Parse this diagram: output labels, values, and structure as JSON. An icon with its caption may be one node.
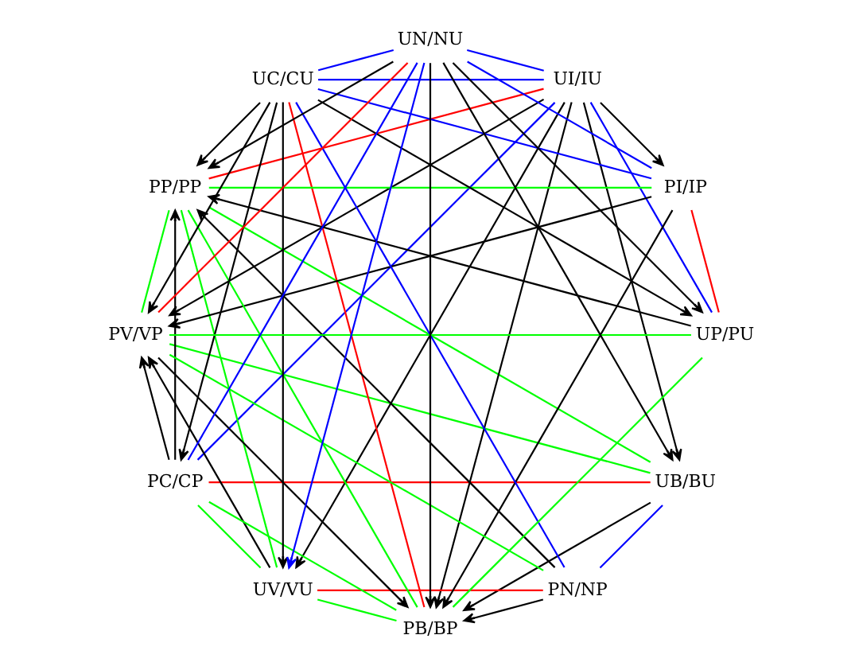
{
  "diagram": {
    "nodes": [
      {
        "text": [
          "UB/BU"
        ]
      },
      {
        "text": [
          "UI/IU"
        ]
      },
      {
        "text": [
          "UV/VU"
        ]
      },
      {
        "text": [
          "PB/BP"
        ]
      },
      {
        "text": [
          "PI/IP"
        ]
      },
      {
        "text": [
          "PV/VP"
        ]
      },
      {
        "text": [
          "PC/CP"
        ]
      },
      {
        "text": [
          "PP/PP"
        ]
      },
      {
        "text": [
          "PN/NP"
        ]
      },
      {
        "text": [
          "UC/CU"
        ]
      },
      {
        "text": [
          "UP/PU"
        ]
      },
      {
        "text": [
          "UN/NU"
        ]
      }
    ],
    "edges": [
      {
        "from": 11,
        "to": 0,
        "arrow": "to"
      },
      {
        "from": 1,
        "to": 0,
        "arrow": "to"
      },
      {
        "from": 11,
        "to": 10,
        "arrow": "to"
      },
      {
        "from": 1,
        "to": 2,
        "arrow": "to"
      },
      {
        "from": 9,
        "to": 10,
        "arrow": "to"
      },
      {
        "from": 11,
        "to": 7,
        "arrow": "to"
      },
      {
        "from": 11,
        "to": 3,
        "arrow": "to"
      },
      {
        "from": 1,
        "to": 3,
        "arrow": "to"
      },
      {
        "from": 1,
        "to": 5,
        "arrow": "to"
      },
      {
        "from": 1,
        "to": 4,
        "arrow": "to"
      },
      {
        "from": 0,
        "to": 3,
        "arrow": "to"
      },
      {
        "from": 9,
        "to": 7,
        "arrow": "to"
      },
      {
        "from": 9,
        "to": 5,
        "arrow": "to"
      },
      {
        "from": 9,
        "to": 6,
        "arrow": "to"
      },
      {
        "from": 9,
        "to": 2,
        "arrow": "to"
      },
      {
        "from": 8,
        "to": 3,
        "arrow": "to"
      },
      {
        "from": 8,
        "to": 7,
        "arrow": "to"
      },
      {
        "from": 10,
        "to": 7,
        "arrow": "to"
      },
      {
        "from": 6,
        "to": 7,
        "arrow": "to"
      },
      {
        "from": 6,
        "to": 5,
        "arrow": "to"
      },
      {
        "from": 4,
        "to": 5,
        "arrow": "to"
      },
      {
        "from": 4,
        "to": 3,
        "arrow": "to"
      },
      {
        "from": 5,
        "to": 3,
        "arrow": "to"
      },
      {
        "from": 2,
        "to": 5,
        "arrow": "to"
      },
      {
        "from": 0,
        "to": 6,
        "arrow": "none",
        "color": "#ff0000"
      },
      {
        "from": 11,
        "to": 5,
        "arrow": "none",
        "color": "#ff0000"
      },
      {
        "from": 1,
        "to": 7,
        "arrow": "none",
        "color": "#ff0000"
      },
      {
        "from": 2,
        "to": 8,
        "arrow": "none",
        "color": "#ff0000"
      },
      {
        "from": 3,
        "to": 9,
        "arrow": "none",
        "color": "#ff0000"
      },
      {
        "from": 10,
        "to": 4,
        "arrow": "none",
        "color": "#ff0000"
      },
      {
        "from": 11,
        "to": 1,
        "arrow": "none",
        "color": "#0000ff"
      },
      {
        "from": 11,
        "to": 9,
        "arrow": "none",
        "color": "#0000ff"
      },
      {
        "from": 11,
        "to": 6,
        "arrow": "none",
        "color": "#0000ff"
      },
      {
        "from": 11,
        "to": 4,
        "arrow": "none",
        "color": "#0000ff"
      },
      {
        "from": 1,
        "to": 10,
        "arrow": "none",
        "color": "#0000ff"
      },
      {
        "from": 1,
        "to": 9,
        "arrow": "none",
        "color": "#0000ff"
      },
      {
        "from": 1,
        "to": 6,
        "arrow": "none",
        "color": "#0000ff"
      },
      {
        "from": 11,
        "to": 2,
        "arrow": "to",
        "color": "#0000ff"
      },
      {
        "from": 9,
        "to": 8,
        "arrow": "none",
        "color": "#0000ff"
      },
      {
        "from": 9,
        "to": 4,
        "arrow": "none",
        "color": "#0000ff"
      },
      {
        "from": 0,
        "to": 8,
        "arrow": "none",
        "color": "#0000ff"
      },
      {
        "from": 0,
        "to": 7,
        "arrow": "none",
        "color": "#00ff00"
      },
      {
        "from": 0,
        "to": 5,
        "arrow": "none",
        "color": "#00ff00"
      },
      {
        "from": 2,
        "to": 7,
        "arrow": "none",
        "color": "#00ff00"
      },
      {
        "from": 2,
        "to": 3,
        "arrow": "none",
        "color": "#00ff00"
      },
      {
        "from": 10,
        "to": 3,
        "arrow": "none",
        "color": "#00ff00"
      },
      {
        "from": 10,
        "to": 5,
        "arrow": "none",
        "color": "#00ff00"
      },
      {
        "from": 8,
        "to": 5,
        "arrow": "none",
        "color": "#00ff00"
      },
      {
        "from": 7,
        "to": 3,
        "arrow": "none",
        "color": "#00ff00"
      },
      {
        "from": 7,
        "to": 4,
        "arrow": "none",
        "color": "#00ff00"
      },
      {
        "from": 7,
        "to": 5,
        "arrow": "none",
        "color": "#00ff00"
      },
      {
        "from": 6,
        "to": 3,
        "arrow": "none",
        "color": "#00ff00"
      },
      {
        "from": 6,
        "to": 2,
        "arrow": "none",
        "color": "#00ff00"
      }
    ]
  }
}
